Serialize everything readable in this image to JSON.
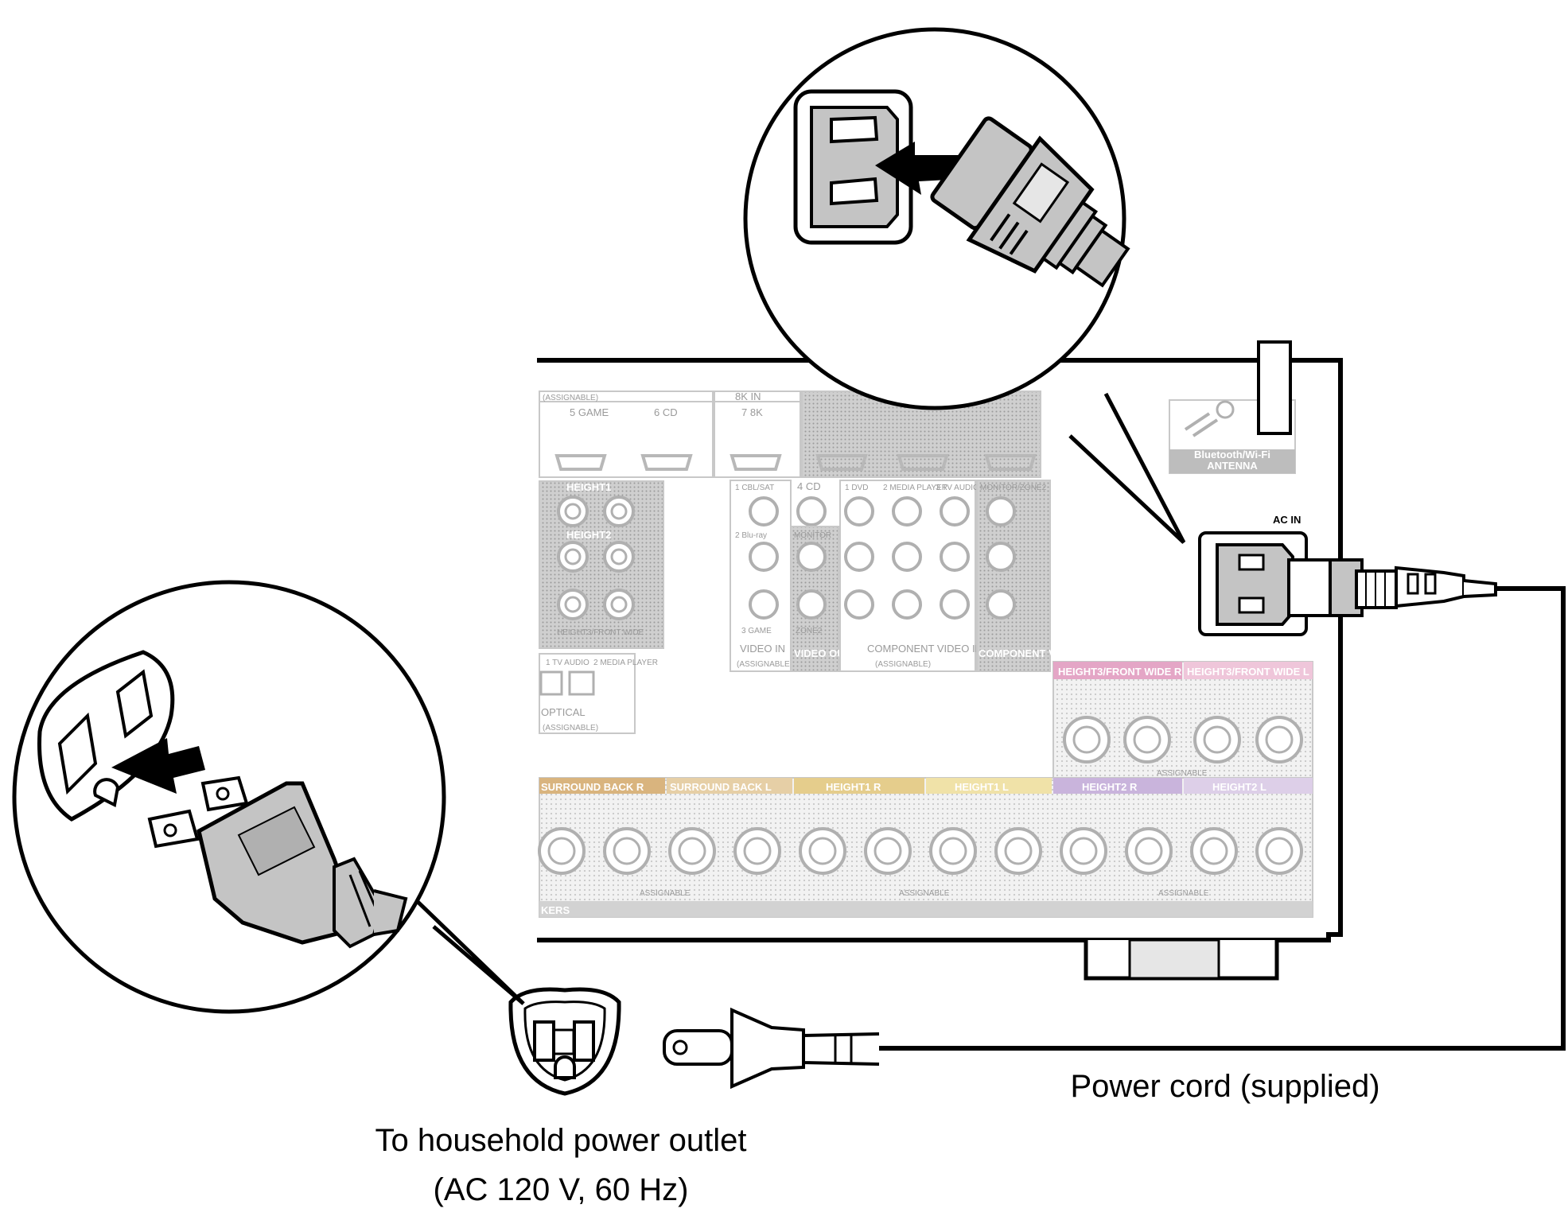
{
  "labels": {
    "outlet_line1": "To household power outlet",
    "outlet_line2": "(AC 120 V, 60 Hz)",
    "power_cord": "Power cord (supplied)",
    "ac_in": "AC IN",
    "antenna_line1": "Bluetooth/Wi-Fi",
    "antenna_line2": "ANTENNA"
  },
  "panel": {
    "hdmi_top": [
      "(ASSIGNABLE)",
      "5 GAME",
      "6 CD",
      "8K IN",
      "7 8K"
    ],
    "video_in": [
      "1 CBL/SAT",
      "4 CD",
      "2 Blu-ray",
      "3 GAME",
      "VIDEO IN",
      "(ASSIGNABLE)"
    ],
    "video_out": [
      "MONITOR",
      "ZONE2",
      "VIDEO OUT"
    ],
    "component_in": [
      "1 DVD",
      "2 MEDIA PLAYER",
      "3 TV AUDIO",
      "COMPONENT VIDEO IN",
      "(ASSIGNABLE)"
    ],
    "component_out": [
      "MONITOR/ZONE2",
      "COMPONENT VIDEO OUT"
    ],
    "optical": [
      "1 TV AUDIO",
      "2 MEDIA PLAYER",
      "OPTICAL",
      "(ASSIGNABLE)"
    ],
    "speaker_top": [
      "HEIGHT3/FRONT WIDE R",
      "HEIGHT3/FRONT WIDE L",
      "ASSIGNABLE"
    ],
    "speaker_left": [
      "HEIGHT1",
      "HEIGHT2",
      "HEIGHT3/FRONT WIDE"
    ],
    "speaker_bottom": [
      "SURROUND BACK R",
      "SURROUND BACK L",
      "HEIGHT1 R",
      "HEIGHT1 L",
      "HEIGHT2 R",
      "HEIGHT2 L"
    ],
    "speaker_bottom_colors": [
      "#d9b47e",
      "#e6cfa6",
      "#e5cd8c",
      "#f0e2a8",
      "#c9b4dc",
      "#ddcfe8"
    ],
    "speaker_top_colors": [
      "#e4a6c6",
      "#efc6da"
    ],
    "assignable": "ASSIGNABLE",
    "speakers_word": "KERS"
  }
}
